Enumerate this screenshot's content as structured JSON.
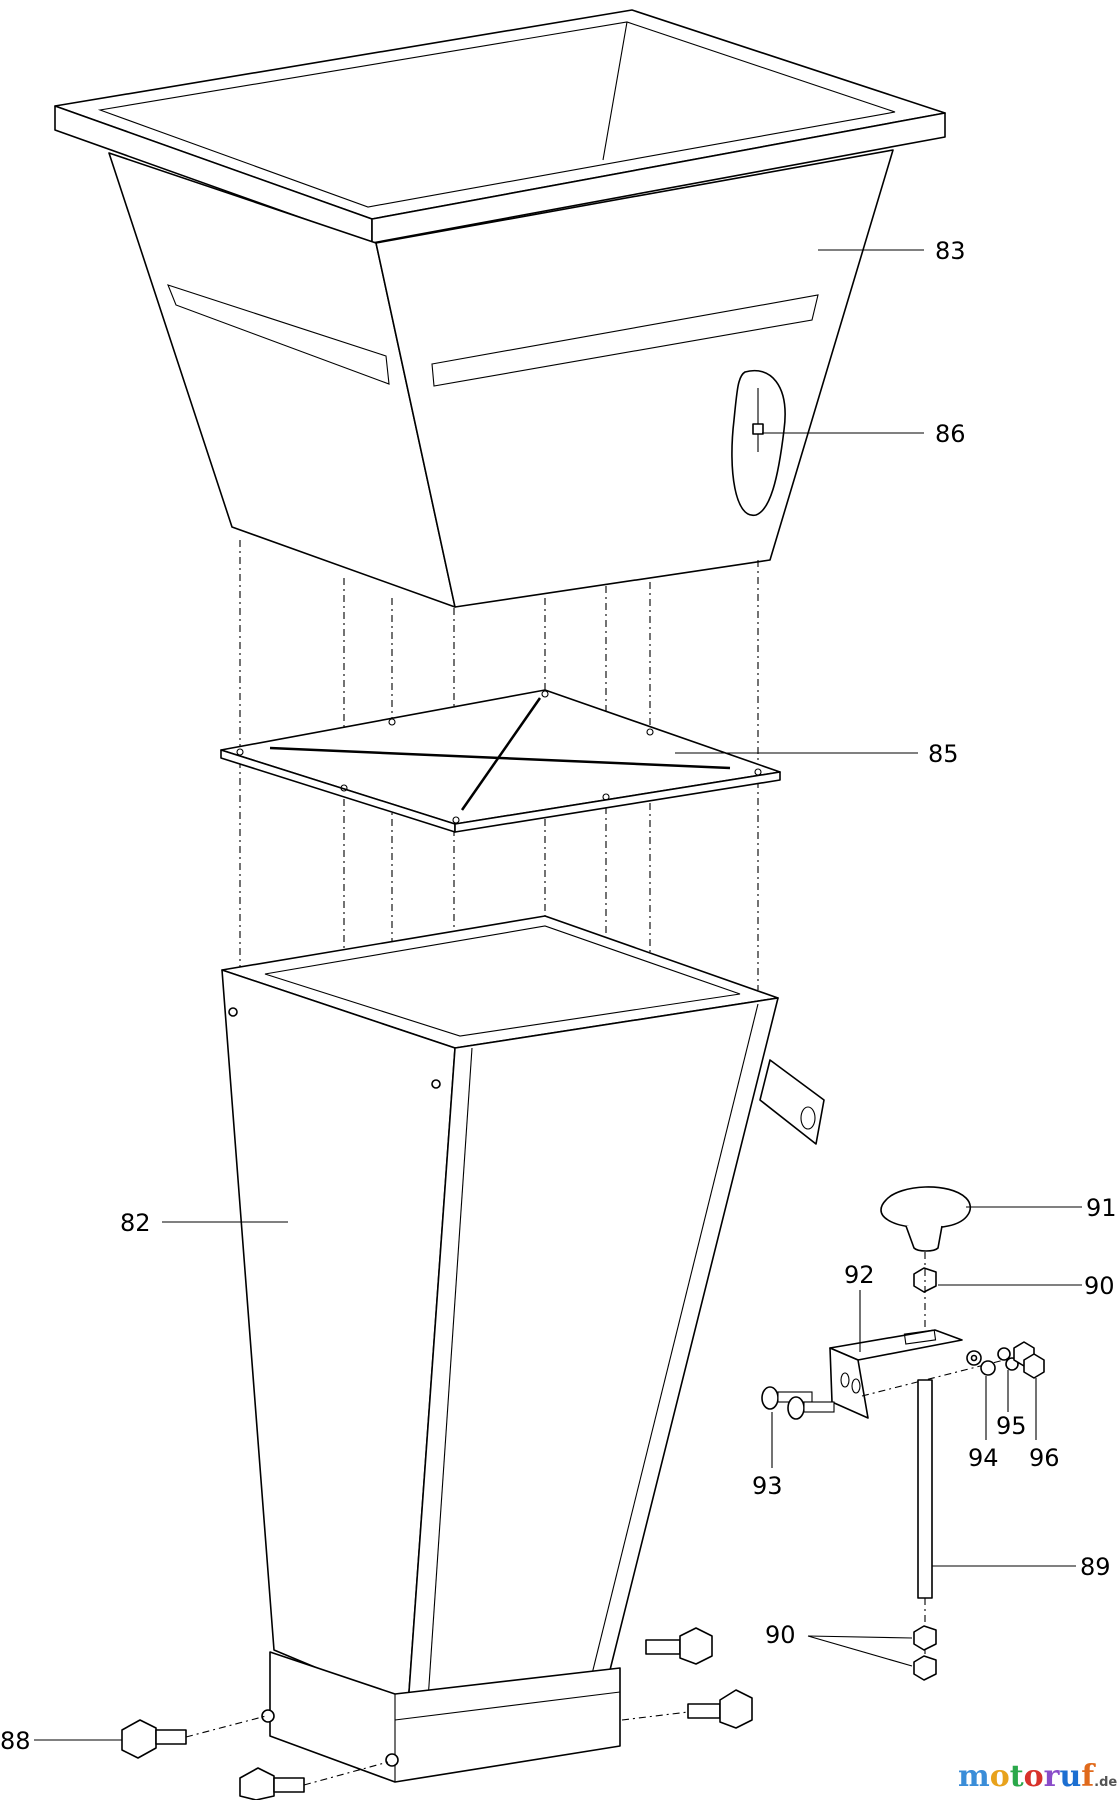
{
  "callouts": {
    "p83": "83",
    "p86": "86",
    "p85": "85",
    "p82": "82",
    "p91": "91",
    "p90a": "90",
    "p92": "92",
    "p93": "93",
    "p94": "94",
    "p95": "95",
    "p96": "96",
    "p89": "89",
    "p90b": "90",
    "p88": "88"
  },
  "watermark": {
    "brand_m": "m",
    "brand_o1": "o",
    "brand_t": "t",
    "brand_o2": "o",
    "brand_r": "r",
    "brand_u": "u",
    "brand_f": "f",
    "suffix": ".de",
    "colors": [
      "#3a8dd8",
      "#e8a21c",
      "#2aa84a",
      "#d8322b",
      "#8a4cc9",
      "#1c6fd1",
      "#e06a1c"
    ]
  }
}
